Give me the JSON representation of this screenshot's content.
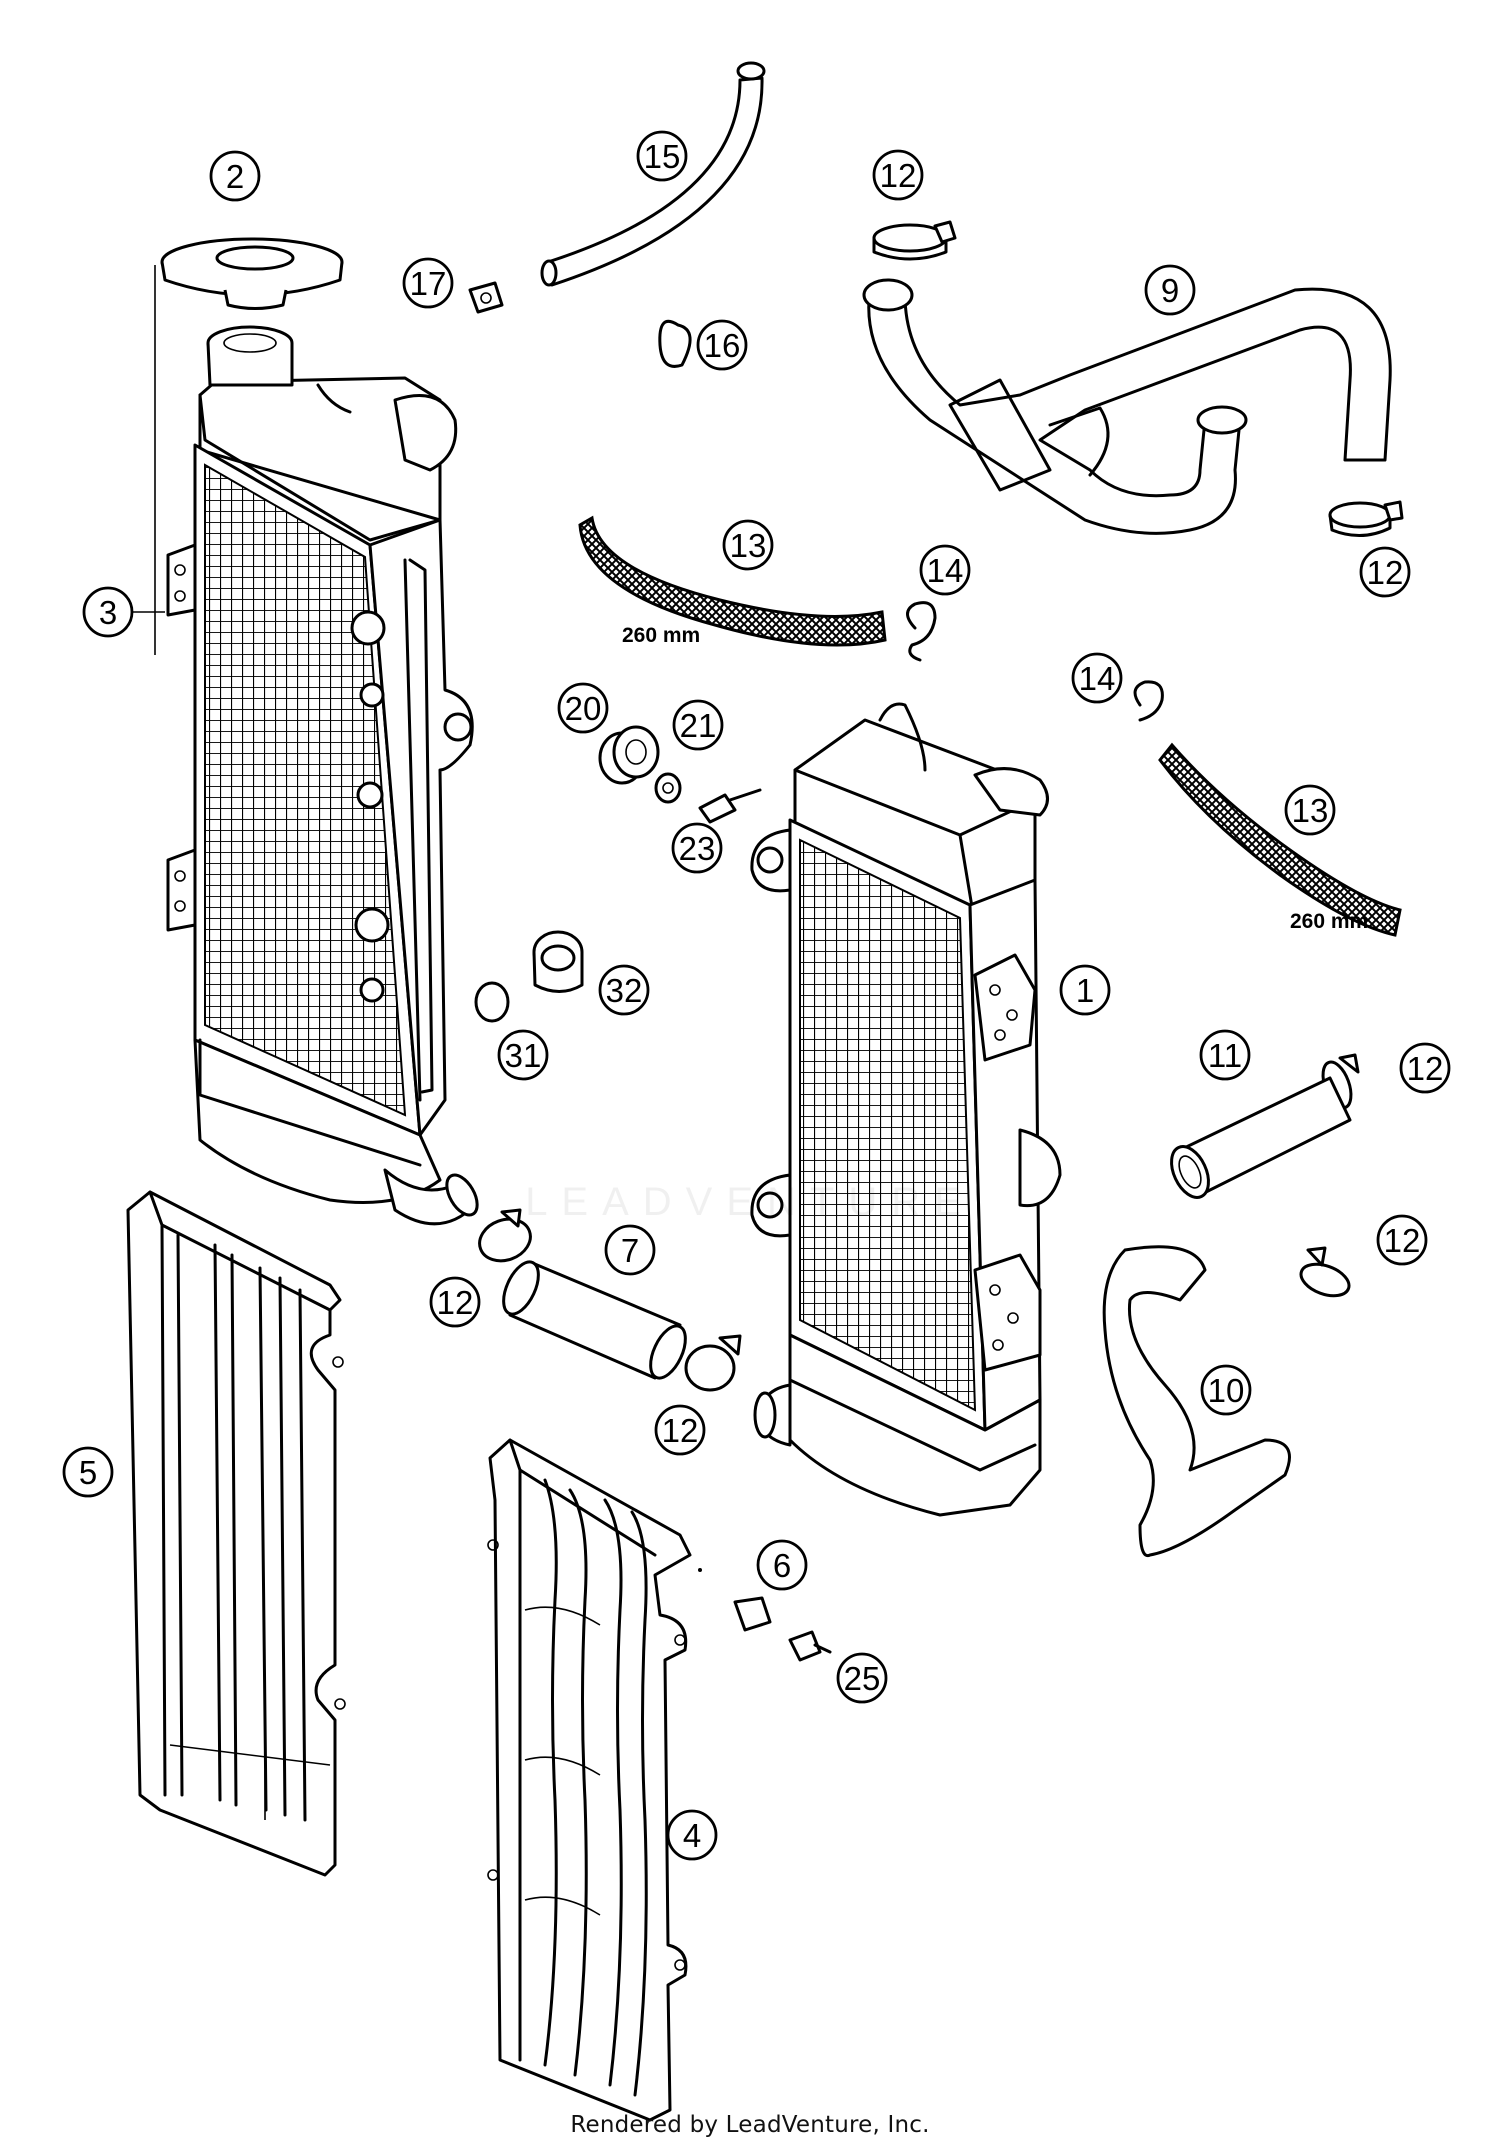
{
  "credit": "Rendered by LeadVenture, Inc.",
  "watermark": "LEADVENTURE",
  "dimension_labels": [
    "260 mm",
    "260 mm"
  ],
  "callouts": [
    "1",
    "2",
    "3",
    "4",
    "5",
    "6",
    "7",
    "9",
    "10",
    "11",
    "12",
    "12",
    "12",
    "12",
    "12",
    "12",
    "13",
    "13",
    "14",
    "14",
    "15",
    "16",
    "17",
    "20",
    "21",
    "23",
    "25",
    "31",
    "32"
  ]
}
